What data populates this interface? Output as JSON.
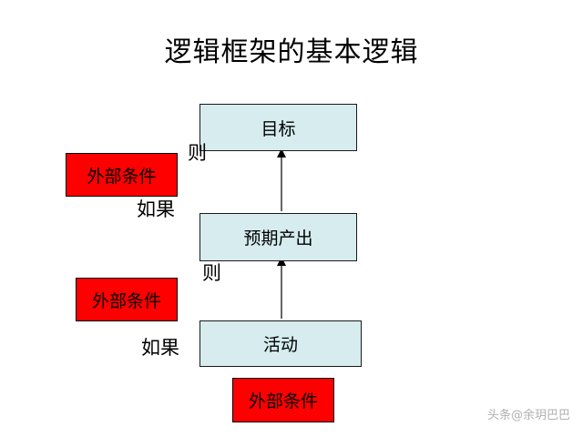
{
  "title": "逻辑框架的基本逻辑",
  "boxes": {
    "goal": "目标",
    "output": "预期产出",
    "activity": "活动"
  },
  "conditions": {
    "top": "外部条件",
    "middle": "外部条件",
    "bottom": "外部条件"
  },
  "labels": {
    "then_top": "则",
    "if_top": "如果",
    "then_middle": "则",
    "if_bottom": "如果"
  },
  "watermark": "头条@余玥巴巴",
  "colors": {
    "box_fill": "#d6ecef",
    "condition_fill": "#ff0000"
  }
}
